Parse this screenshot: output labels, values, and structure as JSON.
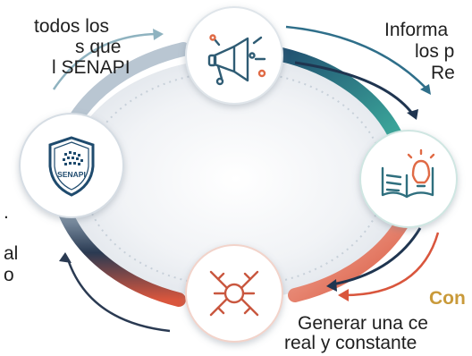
{
  "left_text": {
    "line1": "todos los",
    "line2": "s que",
    "line3": "l SENAPI",
    "line4": ".",
    "line5": "al",
    "line6": "o"
  },
  "right_text": {
    "line1": "Informa",
    "line2": "los p",
    "line3": "Re"
  },
  "bottom_text": {
    "title": "Con",
    "line1": "Generar una ce",
    "line2": "real y constante"
  },
  "badge": {
    "label": "SENAPI"
  },
  "nodes": [
    {
      "id": "top",
      "icon": "megaphone-icon"
    },
    {
      "id": "right",
      "icon": "book-lightbulb-icon"
    },
    {
      "id": "bottom",
      "icon": "joined-hands-icon"
    },
    {
      "id": "left",
      "icon": "senapi-shield-icon"
    }
  ],
  "colors": {
    "ring_teal": "#3fa79b",
    "ring_dark": "#2a3a52",
    "ring_red": "#d9563d",
    "ring_teal_dark": "#1f4b6e",
    "icon_dark": "#2f5c74",
    "icon_accent": "#e06a45",
    "accent_text": "#c99a3a"
  }
}
